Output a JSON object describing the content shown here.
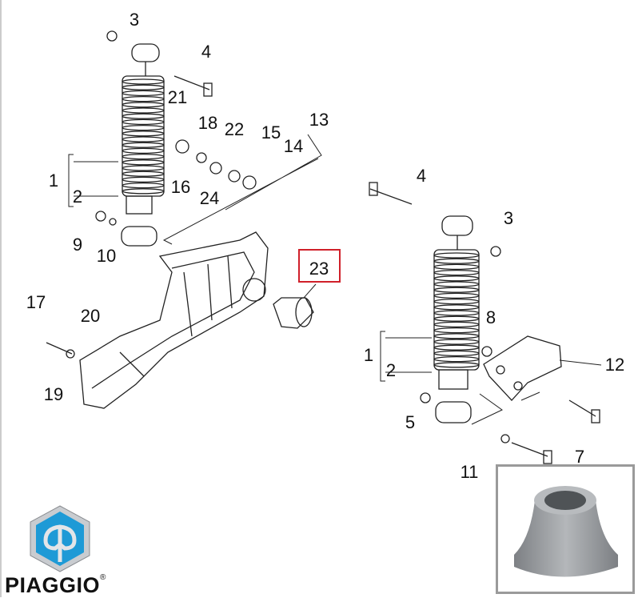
{
  "brand": {
    "name": "PIAGGIO",
    "registered_mark": "®",
    "logo_text": "Piaggio"
  },
  "highlighted_part": "23",
  "colors": {
    "highlight": "#d0202a",
    "logo_blue": "#1e9ad6",
    "inset_border": "#9a9a9a"
  },
  "callouts": [
    {
      "id": "3",
      "group": "left"
    },
    {
      "id": "4",
      "group": "left"
    },
    {
      "id": "21",
      "group": "left"
    },
    {
      "id": "18",
      "group": "left"
    },
    {
      "id": "22",
      "group": "left"
    },
    {
      "id": "15",
      "group": "left"
    },
    {
      "id": "13",
      "group": "left"
    },
    {
      "id": "14",
      "group": "left"
    },
    {
      "id": "1",
      "group": "left"
    },
    {
      "id": "2",
      "group": "left"
    },
    {
      "id": "16",
      "group": "left"
    },
    {
      "id": "24",
      "group": "left"
    },
    {
      "id": "9",
      "group": "left"
    },
    {
      "id": "10",
      "group": "left"
    },
    {
      "id": "23",
      "group": "left"
    },
    {
      "id": "17",
      "group": "left"
    },
    {
      "id": "20",
      "group": "left"
    },
    {
      "id": "19",
      "group": "left"
    },
    {
      "id": "4",
      "group": "right"
    },
    {
      "id": "3",
      "group": "right"
    },
    {
      "id": "8",
      "group": "right"
    },
    {
      "id": "1",
      "group": "right"
    },
    {
      "id": "2",
      "group": "right"
    },
    {
      "id": "12",
      "group": "right"
    },
    {
      "id": "5",
      "group": "right"
    },
    {
      "id": "7",
      "group": "right"
    },
    {
      "id": "11",
      "group": "right"
    }
  ]
}
